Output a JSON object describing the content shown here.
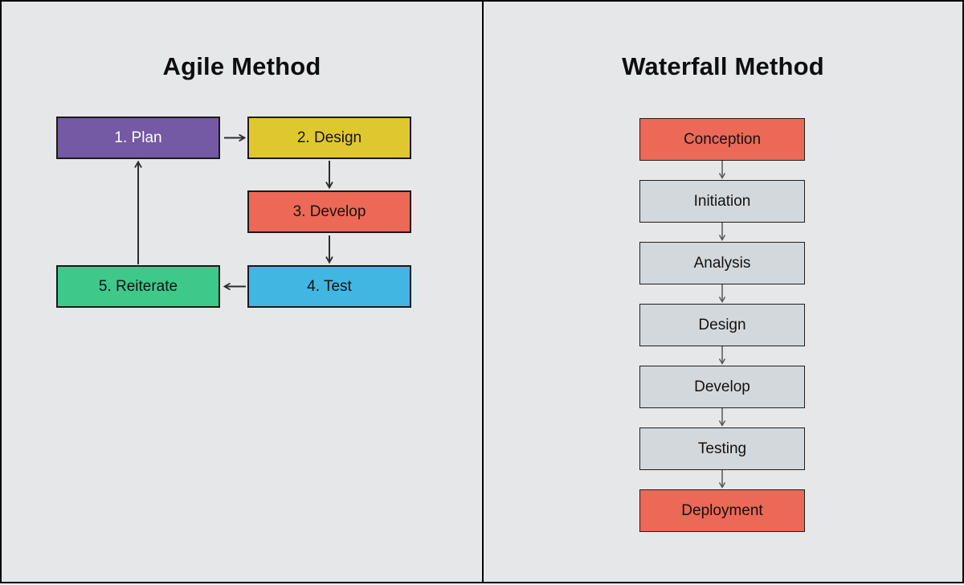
{
  "agile": {
    "title": "Agile Method",
    "steps": [
      {
        "label": "1. Plan",
        "color": "#7459A4",
        "text_color": "#FFFFFF"
      },
      {
        "label": "2. Design",
        "color": "#DFC730",
        "text_color": "#141414"
      },
      {
        "label": "3. Develop",
        "color": "#EB6956",
        "text_color": "#141414"
      },
      {
        "label": "4. Test",
        "color": "#41B6E2",
        "text_color": "#141414"
      },
      {
        "label": "5. Reiterate",
        "color": "#3EC98B",
        "text_color": "#141414"
      }
    ]
  },
  "waterfall": {
    "title": "Waterfall Method",
    "steps": [
      {
        "label": "Conception",
        "color": "#EB6956"
      },
      {
        "label": "Initiation",
        "color": "#D3D8DC"
      },
      {
        "label": "Analysis",
        "color": "#D3D8DC"
      },
      {
        "label": "Design",
        "color": "#D3D8DC"
      },
      {
        "label": "Develop",
        "color": "#D3D8DC"
      },
      {
        "label": "Testing",
        "color": "#D3D8DC"
      },
      {
        "label": "Deployment",
        "color": "#EB6956"
      }
    ]
  },
  "colors": {
    "background": "#E6E7E9",
    "panel_border": "#000000",
    "agile_node_border": "#1A1A1A",
    "waterfall_node_border": "#1E1E1E",
    "agile_arrow": "#2D2D2D",
    "waterfall_arrow": "#555555"
  }
}
